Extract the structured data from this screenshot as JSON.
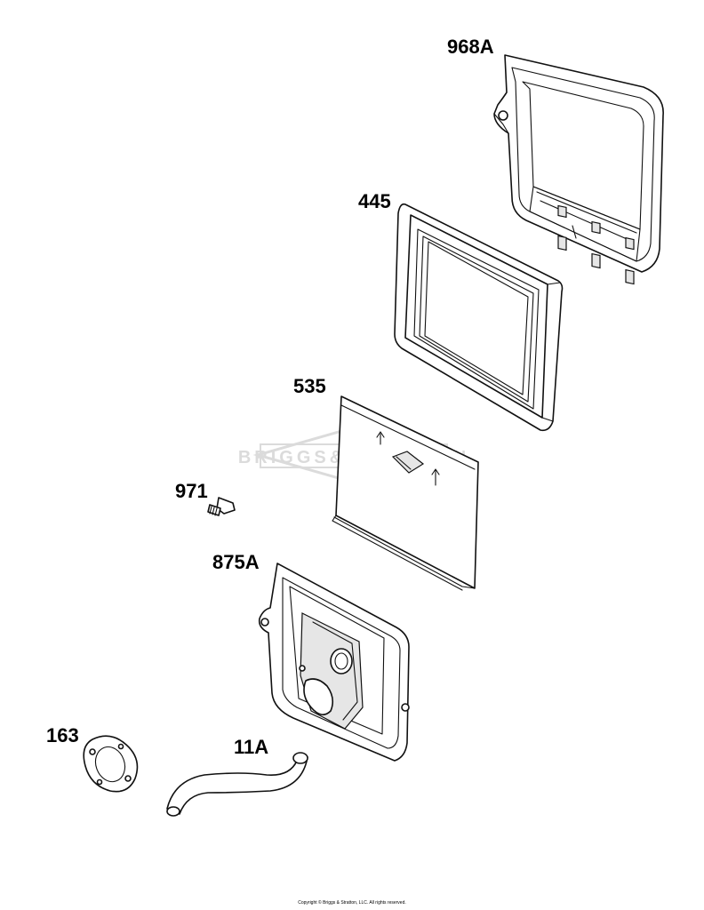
{
  "callouts": {
    "c968a": "968A",
    "c445": "445",
    "c535": "535",
    "c971": "971",
    "c875a": "875A",
    "c163": "163",
    "c11a": "11A"
  },
  "watermark": "BRIGGS&STRATTON",
  "copyright": "Copyright © Briggs & Stratton, LLC. All rights reserved.",
  "colors": {
    "line": "#111111",
    "watermark": "#d8d8d8"
  }
}
